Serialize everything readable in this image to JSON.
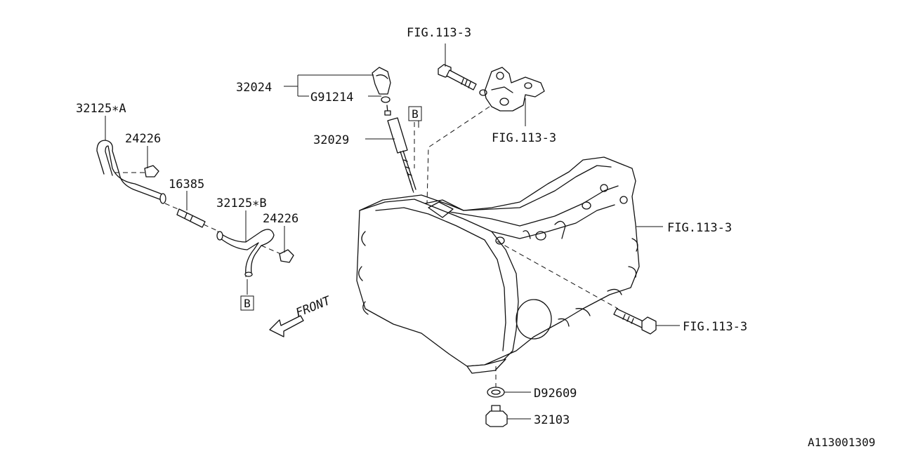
{
  "labels": {
    "fig_top": "FIG.113-3",
    "fig_bracket": "FIG.113-3",
    "fig_right": "FIG.113-3",
    "fig_bolt": "FIG.113-3",
    "p32024": "32024",
    "g91214": "G91214",
    "p32029": "32029",
    "p32125a": "32125∗A",
    "p24226a": "24226",
    "p16385": "16385",
    "p32125b": "32125∗B",
    "p24226b": "24226",
    "d92609": "D92609",
    "p32103": "32103",
    "box_b_top": "B",
    "box_b_left": "B",
    "front": "FRONT",
    "diagram_id": "A113001309"
  }
}
